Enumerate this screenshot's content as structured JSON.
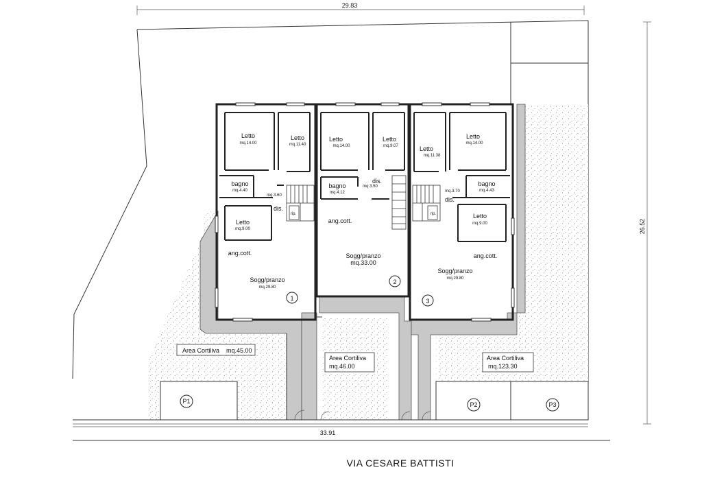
{
  "dimensions": {
    "top": "29.83",
    "right": "26.52",
    "bottom": "33.91"
  },
  "street": "VIA CESARE BATTISTI",
  "unit1": {
    "number": "1",
    "letto_a": {
      "name": "Letto",
      "area": "mq.14.00"
    },
    "letto_b": {
      "name": "Letto",
      "area": "mq.11.40"
    },
    "bagno": {
      "name": "bagno",
      "area": "mq.4.40"
    },
    "dis_area": "mq.3.60",
    "dis": "dis.",
    "rip": "rip.",
    "letto_c": {
      "name": "Letto",
      "area": "mq.9.00"
    },
    "ang_cott": "ang.cott.",
    "sogg": {
      "name": "Sogg/pranzo",
      "area": "mq.29.80"
    },
    "garden": {
      "name": "Area Cortiliva",
      "area": "mq.45.00"
    }
  },
  "unit2": {
    "number": "2",
    "letto_a": {
      "name": "Letto",
      "area": "mq.14.00"
    },
    "letto_b": {
      "name": "Letto",
      "area": "mq.9.07"
    },
    "bagno": {
      "name": "bagno",
      "area": "mq.4.12"
    },
    "dis": "dis.",
    "dis_area": "mq.3.50",
    "ang_cott": "ang.cott.",
    "sogg": {
      "name": "Sogg/pranzo",
      "area": "mq.33.00"
    },
    "garden": {
      "name": "Area Cortiliva",
      "area": "mq.46.00"
    }
  },
  "unit3": {
    "number": "3",
    "letto_a": {
      "name": "Letto",
      "area": "mq.11.38"
    },
    "letto_b": {
      "name": "Letto",
      "area": "mq.14.00"
    },
    "bagno": {
      "name": "bagno",
      "area": "mq.4.43"
    },
    "dis_area": "mq.3.70",
    "dis": "dis.",
    "rip": "rip.",
    "letto_c": {
      "name": "Letto",
      "area": "mq.9.00"
    },
    "ang_cott": "ang.cott.",
    "sogg": {
      "name": "Sogg/pranzo",
      "area": "mq.29.80"
    },
    "garden": {
      "name": "Area Cortiliva",
      "area": "mq.123.30"
    }
  },
  "parking": [
    "P1",
    "P2",
    "P3"
  ]
}
